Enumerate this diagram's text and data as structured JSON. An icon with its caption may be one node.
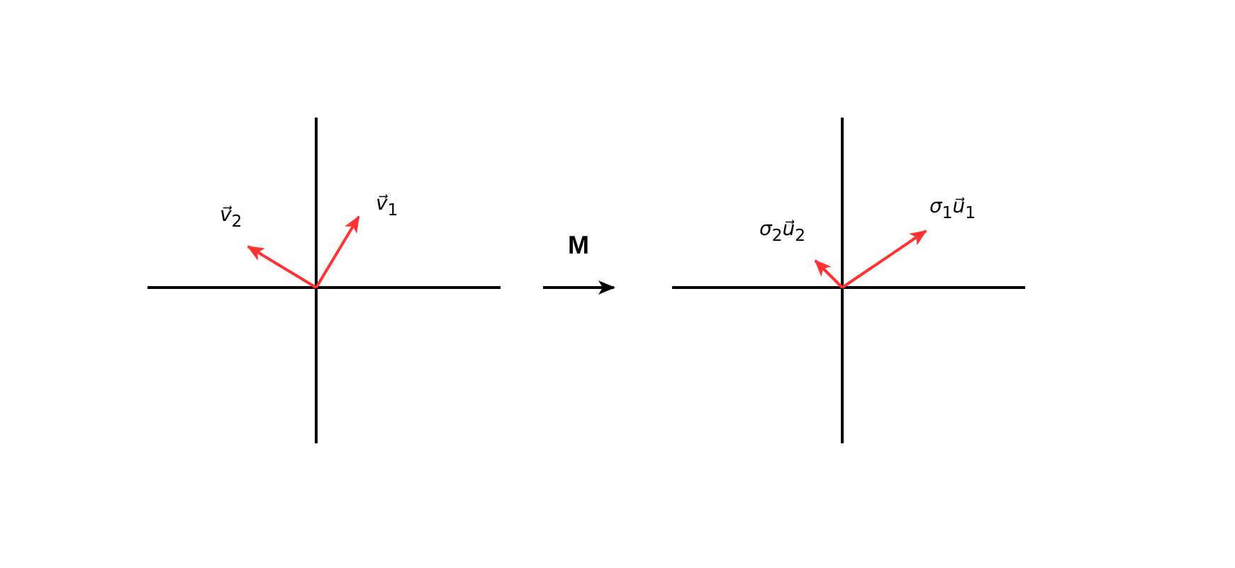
{
  "diagram": {
    "nodes": [
      {
        "text": [],
        "shape": "picture"
      },
      {
        "text": [],
        "shape": "picture"
      }
    ],
    "edges": [
      {
        "from": 0,
        "to": 1,
        "arrow": "to",
        "label": "M"
      }
    ],
    "labels": [
      "*v⃗*$_{2}$",
      "*v⃗*$_{1}$",
      "*σ*$_{2}$*u⃗*$_{2}$",
      "*σ*$_{1}$*u⃗*$_{1}$"
    ]
  }
}
